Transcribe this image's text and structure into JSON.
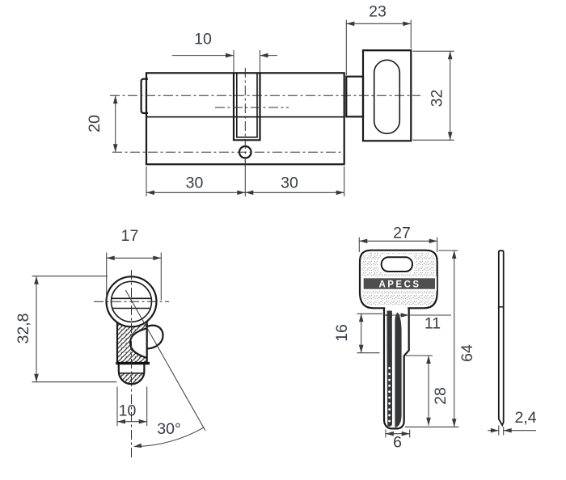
{
  "drawing": {
    "cylinder_side": {
      "cam_width": "10",
      "knob_depth": "23",
      "knob_height": "32",
      "axis_offset": "20",
      "left_half": "30",
      "right_half": "30"
    },
    "cylinder_profile": {
      "width": "17",
      "height": "32,8",
      "foot_width": "10",
      "rotation_angle": "30°"
    },
    "key_front": {
      "brand": "APECS",
      "head_width": "27",
      "blade_width": "11",
      "shoulder_length": "16",
      "total_length": "64",
      "lower_length": "28",
      "tip_width": "6"
    },
    "key_side": {
      "thickness": "2,4"
    }
  },
  "colors": {
    "outline": "#1a1a1a",
    "dimension_lines": "#414141",
    "label_text": "#363c45",
    "brand_band": "#4e4f51",
    "brand_text": "#ffffff",
    "groove": "#35383b",
    "background": "#ffffff"
  }
}
